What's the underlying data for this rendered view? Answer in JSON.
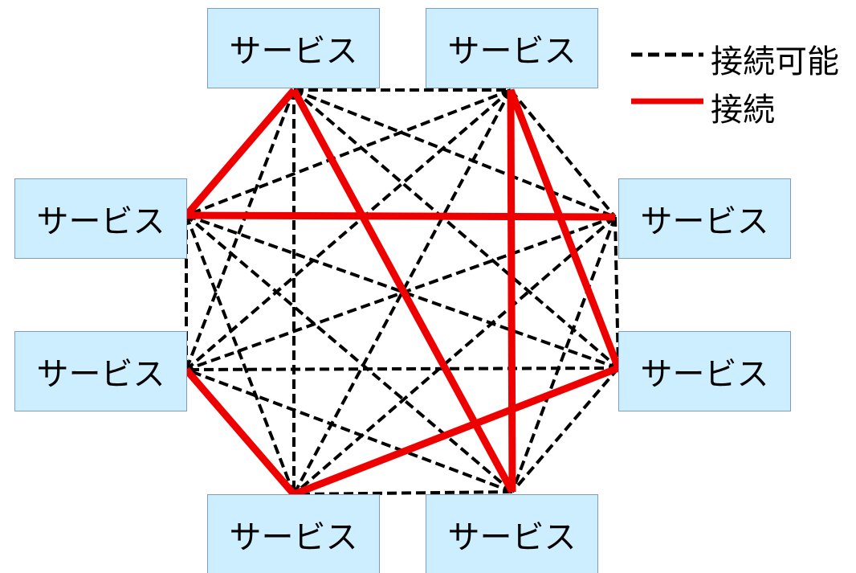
{
  "nodes": [
    {
      "id": "top-left",
      "label": "サービス"
    },
    {
      "id": "top-right",
      "label": "サービス"
    },
    {
      "id": "right-upper",
      "label": "サービス"
    },
    {
      "id": "right-lower",
      "label": "サービス"
    },
    {
      "id": "bottom-right",
      "label": "サービス"
    },
    {
      "id": "bottom-left",
      "label": "サービス"
    },
    {
      "id": "left-lower",
      "label": "サービス"
    },
    {
      "id": "left-upper",
      "label": "サービス"
    }
  ],
  "connected_pairs": [
    [
      "top-left",
      "left-upper"
    ],
    [
      "top-left",
      "bottom-right"
    ],
    [
      "left-upper",
      "right-upper"
    ],
    [
      "top-right",
      "bottom-right"
    ],
    [
      "top-right",
      "right-lower"
    ],
    [
      "right-lower",
      "bottom-left"
    ],
    [
      "bottom-left",
      "left-lower"
    ]
  ],
  "legend": {
    "possible_label": "接続可能",
    "connected_label": "接続"
  },
  "colors": {
    "node_fill": "#cceeff",
    "possible_line": "#000000",
    "connected_line": "#ee0000"
  }
}
